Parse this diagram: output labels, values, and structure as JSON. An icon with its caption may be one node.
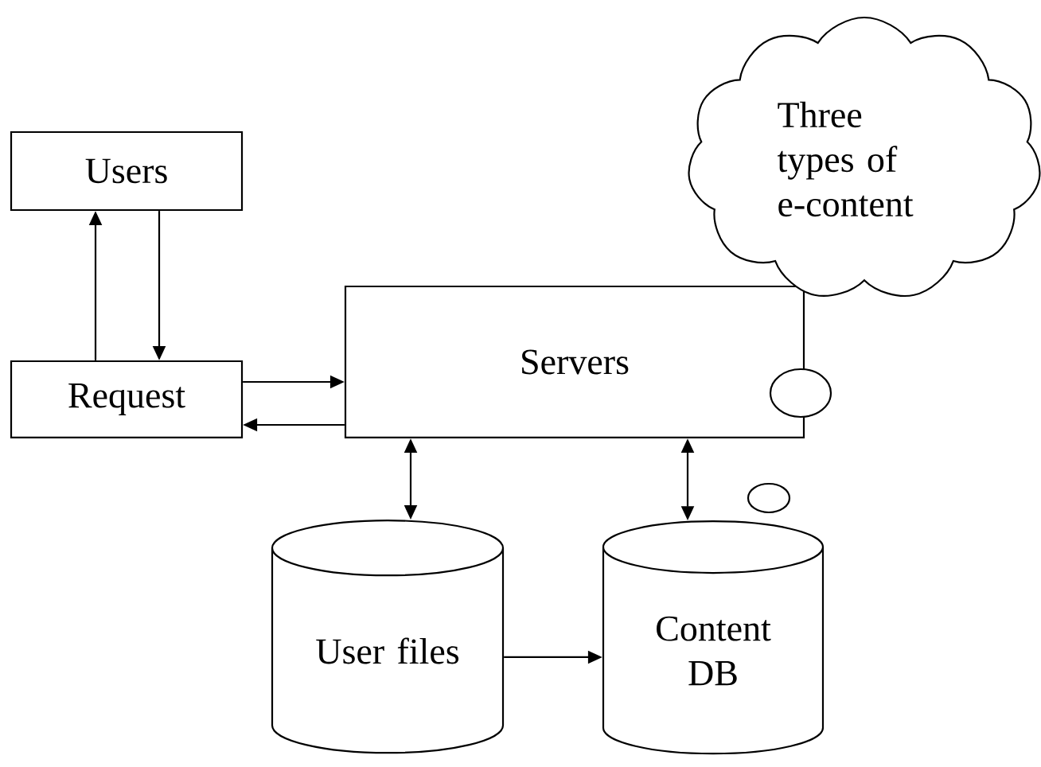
{
  "diagram": {
    "nodes": [
      {
        "text": [
          "Users"
        ]
      },
      {
        "text": [
          "Request"
        ]
      },
      {
        "text": [
          "Servers"
        ]
      },
      {
        "text": [
          "Three types of e-content"
        ]
      },
      {
        "text": [
          "User files"
        ]
      },
      {
        "text": [
          "Content DB"
        ]
      }
    ],
    "edges": [
      {
        "from": 1,
        "to": 0,
        "arrow": "to"
      },
      {
        "from": 0,
        "to": 1,
        "arrow": "to"
      },
      {
        "from": 1,
        "to": 2,
        "arrow": "to"
      },
      {
        "from": 2,
        "to": 1,
        "arrow": "to"
      },
      {
        "from": 2,
        "to": 4,
        "arrow": "both"
      },
      {
        "from": 2,
        "to": 5,
        "arrow": "both"
      },
      {
        "from": 4,
        "to": 5,
        "arrow": "to"
      }
    ]
  }
}
